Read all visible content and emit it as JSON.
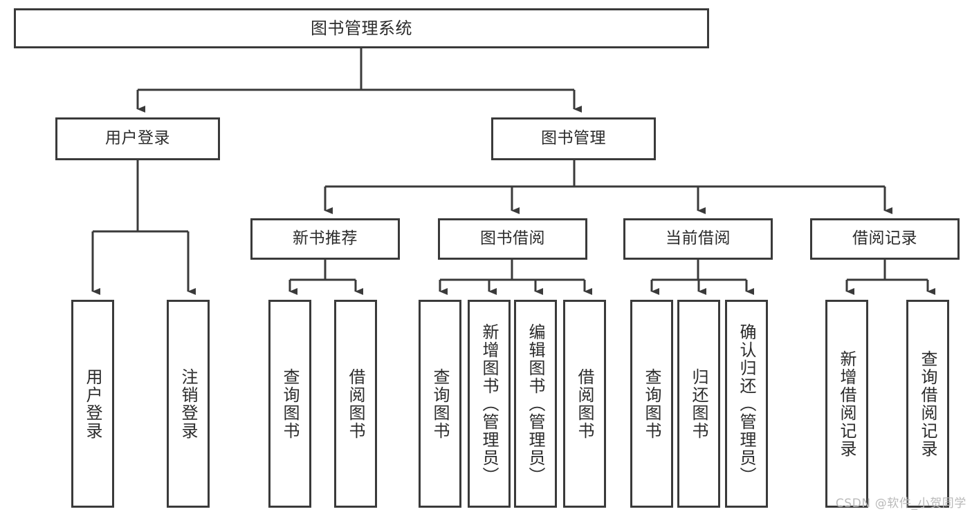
{
  "diagram": {
    "type": "tree",
    "title": "图书管理系统",
    "root": {
      "label": "图书管理系统"
    },
    "level2": [
      {
        "label": "用户登录"
      },
      {
        "label": "图书管理"
      }
    ],
    "level3": [
      {
        "label": "新书推荐"
      },
      {
        "label": "图书借阅"
      },
      {
        "label": "当前借阅"
      },
      {
        "label": "借阅记录"
      }
    ],
    "leaves": [
      {
        "label": "用户登录",
        "parent": "用户登录"
      },
      {
        "label": "注销登录",
        "parent": "用户登录"
      },
      {
        "label": "查询图书",
        "parent": "新书推荐"
      },
      {
        "label": "借阅图书",
        "parent": "新书推荐"
      },
      {
        "label": "查询图书",
        "parent": "图书借阅"
      },
      {
        "label": "新增图书（管理员）",
        "parent": "图书借阅"
      },
      {
        "label": "编辑图书（管理员）",
        "parent": "图书借阅"
      },
      {
        "label": "借阅图书",
        "parent": "图书借阅"
      },
      {
        "label": "查询图书",
        "parent": "当前借阅"
      },
      {
        "label": "归还图书",
        "parent": "当前借阅"
      },
      {
        "label": "确认归还（管理员）",
        "parent": "当前借阅"
      },
      {
        "label": "新增借阅记录",
        "parent": "借阅记录"
      },
      {
        "label": "查询借阅记录",
        "parent": "借阅记录"
      }
    ],
    "colors": {
      "stroke": "#3a3a3a",
      "text": "#2b2b2b",
      "background": "#ffffff",
      "watermark": "#b9b9b9"
    }
  },
  "watermark": {
    "text": "CSDN @软件_小贺同学"
  }
}
